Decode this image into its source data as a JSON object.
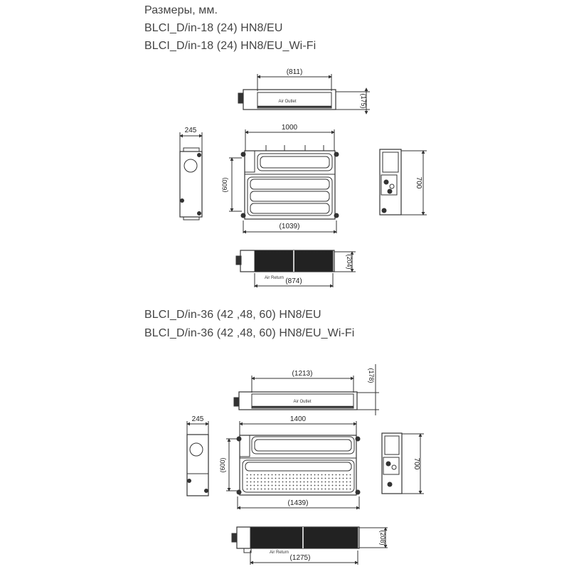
{
  "header": {
    "title": "Размеры, мм.",
    "group1_model_a": "BLCI_D/in-18 (24) HN8/EU",
    "group1_model_b": "BLCI_D/in-18 (24) HN8/EU_Wi-Fi"
  },
  "group2": {
    "model_a": "BLCI_D/in-36 (42 ,48, 60) HN8/EU",
    "model_b": "BLCI_D/in-36 (42 ,48, 60) HN8/EU_Wi-Fi"
  },
  "unit1": {
    "top_view": {
      "width_dim": "(811)",
      "height_dim": "(175)",
      "label": "Air Outlet"
    },
    "side_view": {
      "depth_dim": "245"
    },
    "front_view": {
      "width_dim": "1000",
      "height_dim": "(600)",
      "overall_dim": "(1039)"
    },
    "end_view": {
      "height_dim": "700"
    },
    "bottom_view": {
      "width_dim": "(874)",
      "height_dim": "(204)",
      "label": "Air Return"
    }
  },
  "unit2": {
    "top_view": {
      "width_dim": "(1213)",
      "height_dim": "(178)",
      "label": "Air Outlet"
    },
    "side_view": {
      "depth_dim": "245"
    },
    "front_view": {
      "width_dim": "1400",
      "height_dim": "(600)",
      "overall_dim": "(1439)"
    },
    "end_view": {
      "height_dim": "700"
    },
    "bottom_view": {
      "width_dim": "(1275)",
      "height_dim": "(208)",
      "label": "Air Return"
    }
  }
}
